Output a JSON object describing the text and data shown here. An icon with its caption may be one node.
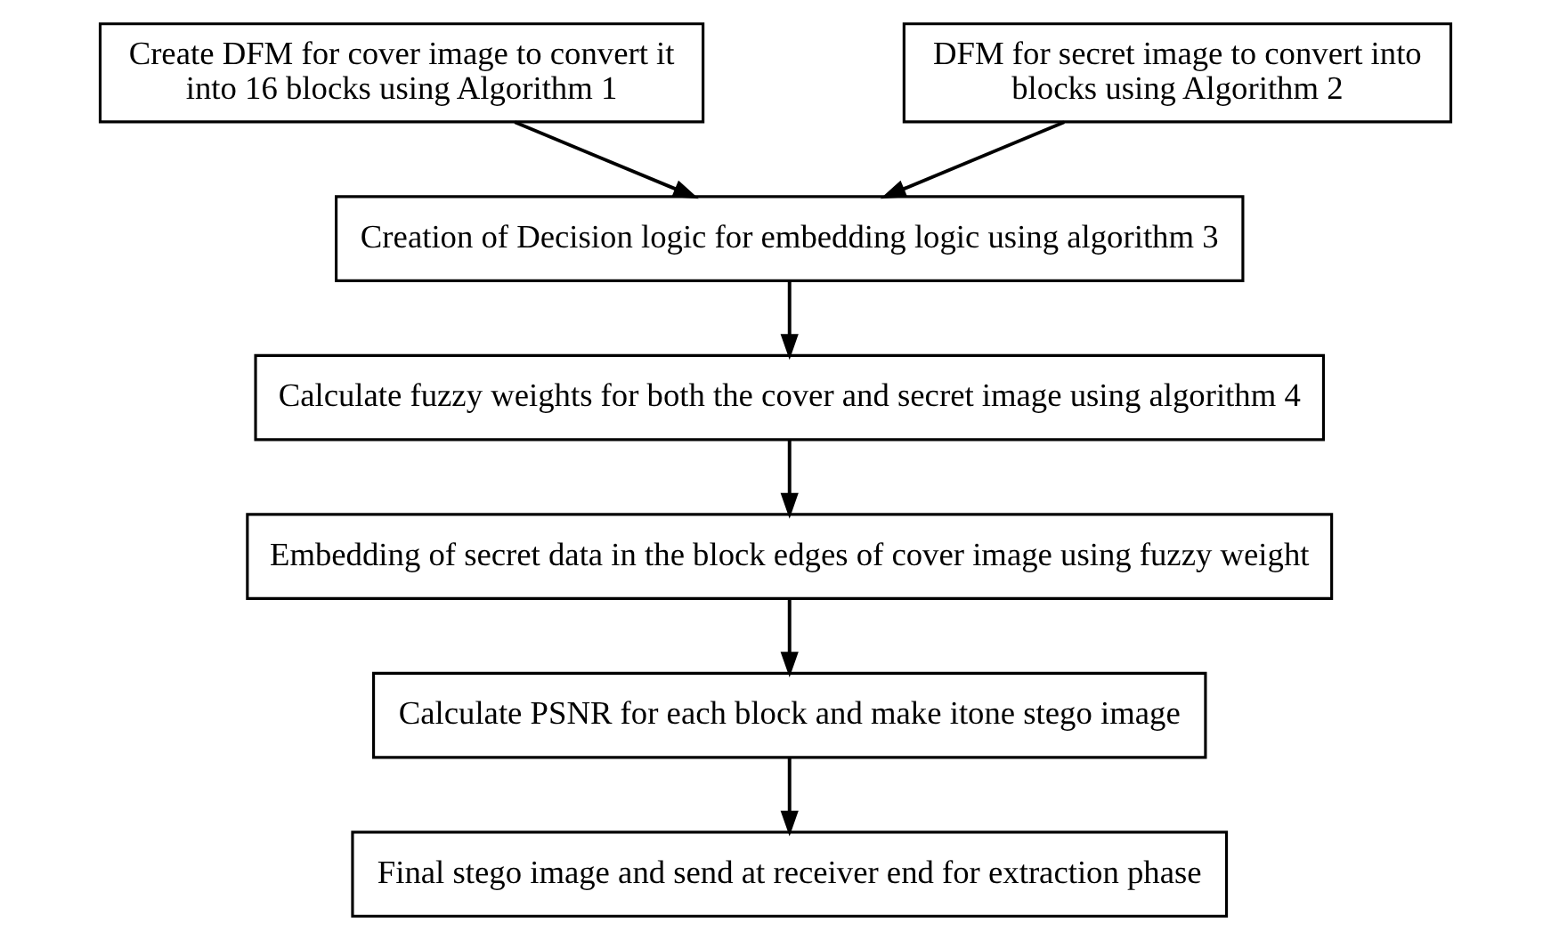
{
  "diagram": {
    "nodes": [
      {
        "text": [
          "Create DFM for cover image to convert it into 16 blocks using Algorithm 1"
        ]
      },
      {
        "text": [
          "DFM for secret image to convert into blocks using Algorithm 2"
        ]
      },
      {
        "text": [
          "Creation of Decision logic for embedding logic using algorithm 3"
        ]
      },
      {
        "text": [
          "Calculate fuzzy weights for both the cover and secret image using algorithm 4"
        ]
      },
      {
        "text": [
          "Embedding of secret data in the block edges of cover image using fuzzy weight"
        ]
      },
      {
        "text": [
          "Calculate PSNR for each block and make itone stego image"
        ]
      },
      {
        "text": [
          "Final stego image and send at receiver end for extraction phase"
        ]
      }
    ],
    "edges": [
      {
        "from": 0,
        "to": 2,
        "arrow": "to"
      },
      {
        "from": 1,
        "to": 2,
        "arrow": "to"
      },
      {
        "from": 2,
        "to": 3,
        "arrow": "to"
      },
      {
        "from": 3,
        "to": 4,
        "arrow": "to"
      },
      {
        "from": 4,
        "to": 5,
        "arrow": "to"
      },
      {
        "from": 5,
        "to": 6,
        "arrow": "to"
      }
    ]
  }
}
